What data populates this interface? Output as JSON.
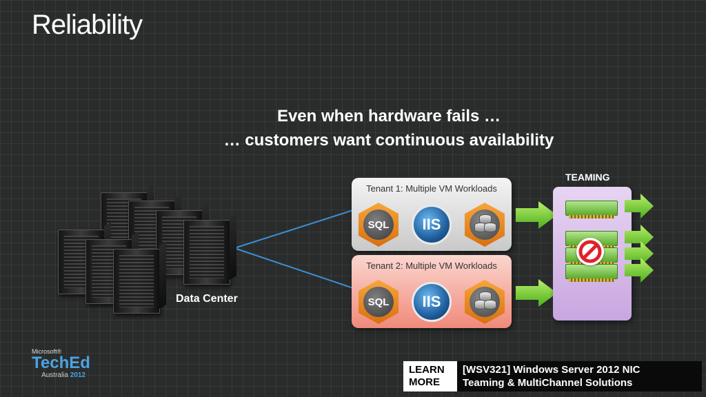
{
  "slide": {
    "title": "Reliability",
    "headline_line1": "Even when hardware fails …",
    "headline_line2": "… customers want continuous availability"
  },
  "datacenter": {
    "label": "Data Center"
  },
  "tenants": [
    {
      "label": "Tenant 1: Multiple VM Workloads",
      "sql": "SQL",
      "iis": "IIS"
    },
    {
      "label": "Tenant 2: Multiple VM Workloads",
      "sql": "SQL",
      "iis": "IIS"
    }
  ],
  "teaming": {
    "label": "TEAMING"
  },
  "branding": {
    "microsoft": "Microsoft®",
    "event": "TechEd",
    "region": "Australia",
    "year": "2012"
  },
  "learn_more": {
    "line1": "LEARN",
    "line2": "MORE",
    "session_line1": "[WSV321] Windows Server 2012 NIC",
    "session_line2": "Teaming & MultiChannel Solutions"
  },
  "colors": {
    "background": "#2a2c2c",
    "tenant1_bg": "#d9d9d9",
    "tenant2_bg": "#f4a89a",
    "teaming_bg": "#d9bde9",
    "arrow_green": "#6cc62b",
    "connector_blue": "#3d8fd6",
    "teched_blue": "#4ba3e1"
  }
}
